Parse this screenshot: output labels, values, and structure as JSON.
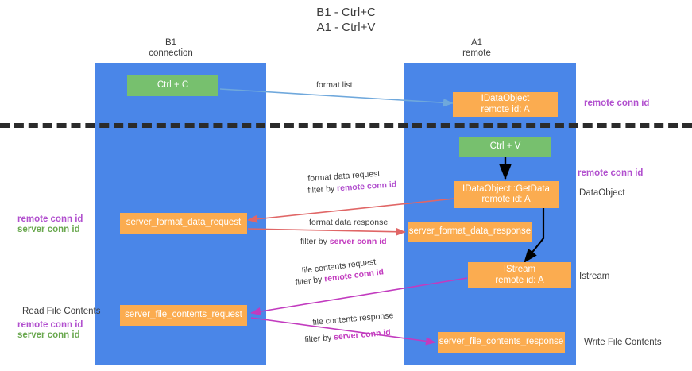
{
  "title": {
    "line1": "B1 - Ctrl+C",
    "line2": "A1 - Ctrl+V"
  },
  "columns": [
    {
      "name": "B1",
      "sub": "connection"
    },
    {
      "name": "A1",
      "sub": "remote"
    }
  ],
  "colors": {
    "lane": "#4a86e8",
    "green_box": "#77c06e",
    "orange_box": "#fbac50",
    "remote_conn_id": "#b14fce",
    "server_conn_id": "#6aa84f",
    "arrow_format_list": "#6fa8dc",
    "arrow_format_data": "#e06666",
    "arrow_file_contents": "#c23bbf",
    "arrow_black": "#000000",
    "divider": "#2b2b2b"
  },
  "boxes": {
    "ctrl_c": {
      "line1": "Ctrl + C"
    },
    "idataobject_top": {
      "line1": "IDataObject",
      "line2": "remote id: A"
    },
    "ctrl_v": {
      "line1": "Ctrl + V"
    },
    "getdata": {
      "line1": "IDataObject::GetData",
      "line2": "remote id: A"
    },
    "server_format_data_request": {
      "line1": "server_format_data_request"
    },
    "server_format_data_response": {
      "line1": "server_format_data_response"
    },
    "istream": {
      "line1": "IStream",
      "line2": "remote id: A"
    },
    "server_file_contents_request": {
      "line1": "server_file_contents_request"
    },
    "server_file_contents_response": {
      "line1": "server_file_contents_response"
    }
  },
  "right_labels": {
    "remote_conn_id_top": "remote conn id",
    "remote_conn_id_mid": "remote conn id",
    "data_object": "DataObject",
    "istream": "Istream",
    "write_file_contents": "Write File Contents"
  },
  "left_labels": {
    "remote_conn_id_mid": "remote conn id",
    "server_conn_id_mid": "server conn id",
    "read_file_contents": "Read File Contents",
    "remote_conn_id_bottom": "remote conn id",
    "server_conn_id_bottom": "server conn id"
  },
  "arrow_labels": {
    "format_list": "format list",
    "format_data_request": "format data request",
    "format_data_request_filter_prefix": "filter by ",
    "format_data_request_filter_value": "remote conn id",
    "format_data_response": "format data response",
    "format_data_response_filter_prefix": "filter by ",
    "format_data_response_filter_value": "server conn id",
    "file_contents_request": "file contents request",
    "file_contents_request_filter_prefix": "filter by ",
    "file_contents_request_filter_value": "remote conn id",
    "file_contents_response": "file contents response",
    "file_contents_response_filter_prefix": "filter by ",
    "file_contents_response_filter_value": "server conn id"
  }
}
